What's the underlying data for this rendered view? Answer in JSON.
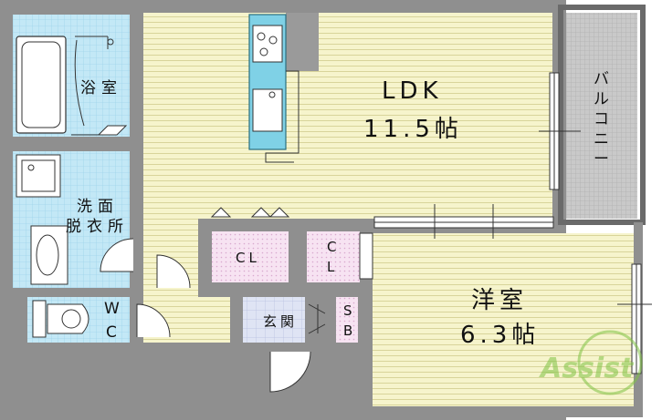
{
  "rooms": {
    "ldk": {
      "name": "LDK",
      "size": "11.5帖"
    },
    "western": {
      "name": "洋室",
      "size": "6.3帖"
    },
    "bath": {
      "name": "浴室"
    },
    "washroom": {
      "line1": "洗面",
      "line2": "脱衣所"
    },
    "wc": {
      "line1": "W",
      "line2": "C"
    },
    "entrance": {
      "name": "玄関"
    },
    "closet1": {
      "name": "CL"
    },
    "closet2": {
      "line1": "C",
      "line2": "L"
    },
    "shoebox": {
      "line1": "S",
      "line2": "B"
    },
    "balcony": {
      "chars": [
        "バ",
        "ル",
        "コ",
        "ニ",
        "ー"
      ]
    }
  },
  "watermark": {
    "text": "Assist"
  },
  "colors": {
    "wall": "#8c8c8c",
    "ldk_floor": "#f5f3c8",
    "tile_floor": "#bfe6f5",
    "closet_floor": "#f3dcee",
    "balcony_floor": "#c8c8c8",
    "kitchen": "#7fd1e6",
    "watermark": "#7fc243"
  }
}
